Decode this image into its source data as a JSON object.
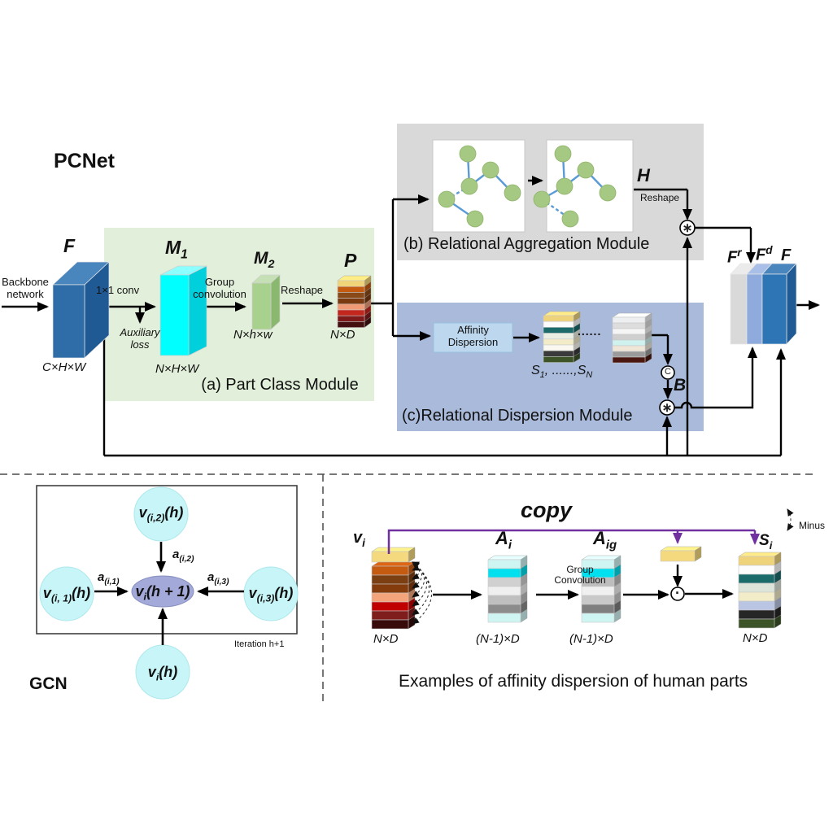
{
  "colors": {
    "module_a_bg": "#E2EFDA",
    "module_b_bg": "#D9D9D9",
    "module_c_bg": "#A9BADB",
    "fbox_front": "#2E6DA8",
    "fbox_top": "#4A86BE",
    "fbox_side": "#1F5A94",
    "m1_front": "#00FFFF",
    "m1_top": "#8CFFFF",
    "m1_side": "#00D0DC",
    "m2_front": "#A9D18E",
    "m2_top": "#C5E0B4",
    "m2_side": "#8AB86E",
    "fr_front": "#D9D9D9",
    "fr_top": "#EBEBEB",
    "fd_front": "#8FAADC",
    "fd_top": "#A9BFE8",
    "fslab_front": "#2E75B6",
    "fslab_top": "#4A86BE",
    "fslab_side": "#1F5A94",
    "graph_box_bg": "#FFFFFF",
    "graph_node": "#A5C882",
    "graph_edge": "#5B9BD5",
    "affinity_box_bg": "#BDD7EE",
    "affinity_box_border": "#98C0E0",
    "copy_line": "#7030A0",
    "gcn_node": "#C8F6F8",
    "gcn_center": "#A3A9D8",
    "arrow": "#000000"
  },
  "stacks": {
    "p": {
      "colors": [
        "#F2D478",
        "#C55A11",
        "#8A4A17",
        "#7B3A10",
        "#F19B76",
        "#C3261C",
        "#7E1A1A",
        "#451010"
      ]
    },
    "s1": {
      "colors": [
        "#EFD37A",
        "#FCFCFC",
        "#1B6B6B",
        "#E9EFE2",
        "#F2ECC9",
        "#FAF8F0",
        "#3A3A3A",
        "#3C5428"
      ]
    },
    "sn": {
      "colors": [
        "#EDEFF1",
        "#DDDDDD",
        "#F5F5F5",
        "#CFCFCF",
        "#CFF2EF",
        "#EFE6D8",
        "#9A9A9A",
        "#4A1711"
      ]
    },
    "vi_top": {
      "colors": [
        "#F5D97E"
      ]
    },
    "vi": {
      "colors": [
        "#C55A11",
        "#7B3F12",
        "#843C0C",
        "#F4A47A",
        "#C00000",
        "#7F1D1D",
        "#380A0A"
      ]
    },
    "ai": {
      "colors": [
        "#CFF5F2",
        "#00E0EE",
        "#D0D0D0",
        "#EFEFEF",
        "#BFBFBF",
        "#8C8C8C",
        "#CFF5F2"
      ]
    },
    "aig": {
      "colors": [
        "#CFF5F2",
        "#00E0EE",
        "#BDBDBD",
        "#F0F0F0",
        "#C9C9C9",
        "#7F7F7F",
        "#CFF5F2"
      ]
    },
    "ybar": {
      "colors": [
        "#F5D97E"
      ]
    },
    "si": {
      "colors": [
        "#EFD37A",
        "#FCFCFC",
        "#1B6B6B",
        "#DDE5DA",
        "#F2ECC9",
        "#B9C5E2",
        "#262626",
        "#3C5428"
      ]
    }
  },
  "pcnet": {
    "title": "PCNet",
    "backbone": [
      "Backbone",
      "network"
    ],
    "f": {
      "name": "F",
      "dims": "C×H×W"
    },
    "conv1": "1×1 conv",
    "aux": [
      "Auxiliary",
      "loss"
    ],
    "m1": {
      "base": "M",
      "sub": "1",
      "dims": "N×H×W"
    },
    "group_conv": [
      "Group",
      "convolution"
    ],
    "m2": {
      "base": "M",
      "sub": "2",
      "dims": "N×h×w"
    },
    "reshape": "Reshape",
    "p": {
      "name": "P",
      "dims": "N×D"
    },
    "module_a": "(a) Part Class Module",
    "module_b": "(b) Relational Aggregation Module",
    "module_c": "(c)Relational Dispersion Module",
    "h": "H",
    "reshape2": "Reshape",
    "affinity": [
      "Affinity",
      "Dispersion"
    ],
    "dots": "......",
    "s_seq": {
      "s1_base": "S",
      "s1_sub": "1",
      "mid": ", ......,",
      "sn_base": "S",
      "sn_sub": "N"
    },
    "b": "B",
    "fr": {
      "base": "F",
      "sup": "r"
    },
    "fd": {
      "base": "F",
      "sup": "d"
    },
    "f_out": "F",
    "ops": {
      "conv": "∗",
      "concat": "C",
      "dot": "·"
    }
  },
  "gcn": {
    "caption": "GCN",
    "iteration": "Iteration h+1",
    "top": {
      "base": "v",
      "sub": "(i,2)",
      "rest": "(h)"
    },
    "left": {
      "base": "v",
      "sub": "(i, 1)",
      "rest": "(h)"
    },
    "right": {
      "base": "v",
      "sub": "(i,3)",
      "rest": "(h)"
    },
    "bottom": {
      "base": "v",
      "sub": "i",
      "rest": "(h)"
    },
    "center": {
      "base": "v",
      "sub": "i",
      "rest": "(h + 1)"
    },
    "a1": {
      "base": "a",
      "sub": "(i,1)"
    },
    "a2": {
      "base": "a",
      "sub": "(i,2)"
    },
    "a3": {
      "base": "a",
      "sub": "(i,3)"
    }
  },
  "example": {
    "copy": "copy",
    "vi": {
      "base": "v",
      "sub": "i"
    },
    "ai": {
      "base": "A",
      "sub": "i"
    },
    "aig": {
      "base": "A",
      "sub": "ig"
    },
    "si": {
      "base": "S",
      "sub": "i"
    },
    "nd": "N×D",
    "n1d": "(N-1)×D",
    "group_conv": [
      "Group",
      "Convolution"
    ],
    "minus": "Minus",
    "caption": "Examples of affinity dispersion of human parts"
  }
}
